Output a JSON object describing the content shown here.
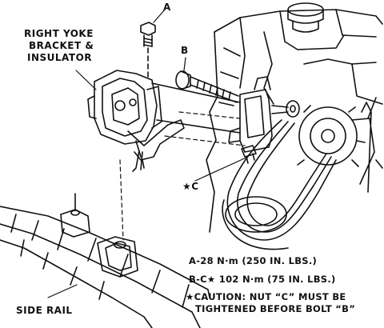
{
  "diagram": {
    "title_lines": [
      "RIGHT YOKE",
      "BRACKET &",
      "INSULATOR"
    ],
    "side_rail": "SIDE RAIL",
    "callouts": {
      "a": "A",
      "b": "B",
      "c": "★C"
    },
    "specs": [
      "A-28 N·m (250 IN. LBS.)",
      "B-C★ 102 N·m (75 IN. LBS.)",
      "★CAUTION: NUT “C” MUST BE",
      "TIGHTENED BEFORE BOLT “B”"
    ],
    "colors": {
      "ink": "#111111",
      "paper": "#ffffff"
    }
  }
}
